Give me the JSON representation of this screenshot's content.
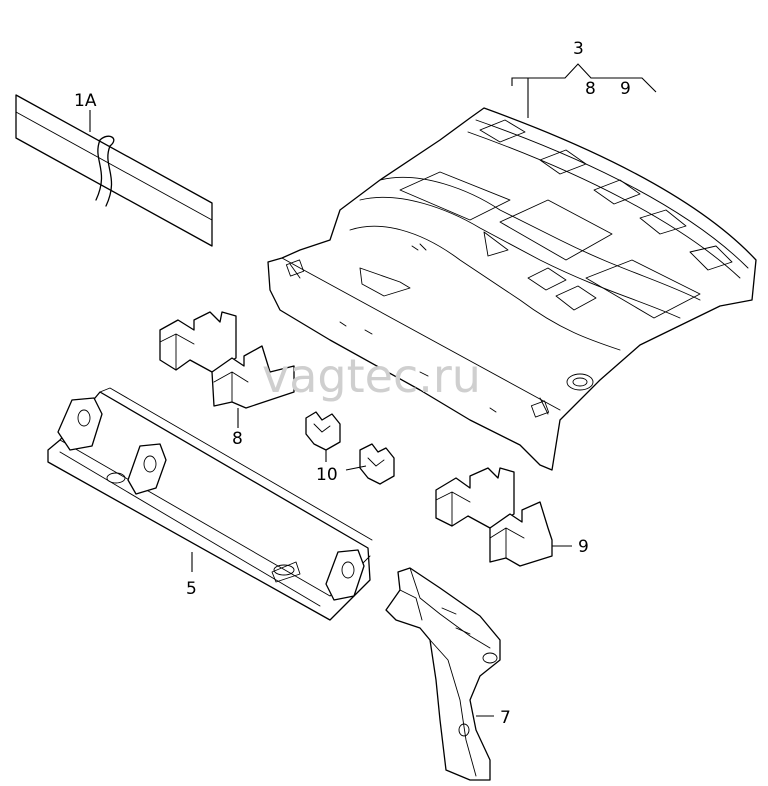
{
  "callouts": {
    "c1a": "1A",
    "c3": "3",
    "c3_8": "8",
    "c3_9": "9",
    "c8": "8",
    "c10": "10",
    "c9": "9",
    "c5": "5",
    "c7": "7"
  },
  "watermark": "vagtec.ru"
}
